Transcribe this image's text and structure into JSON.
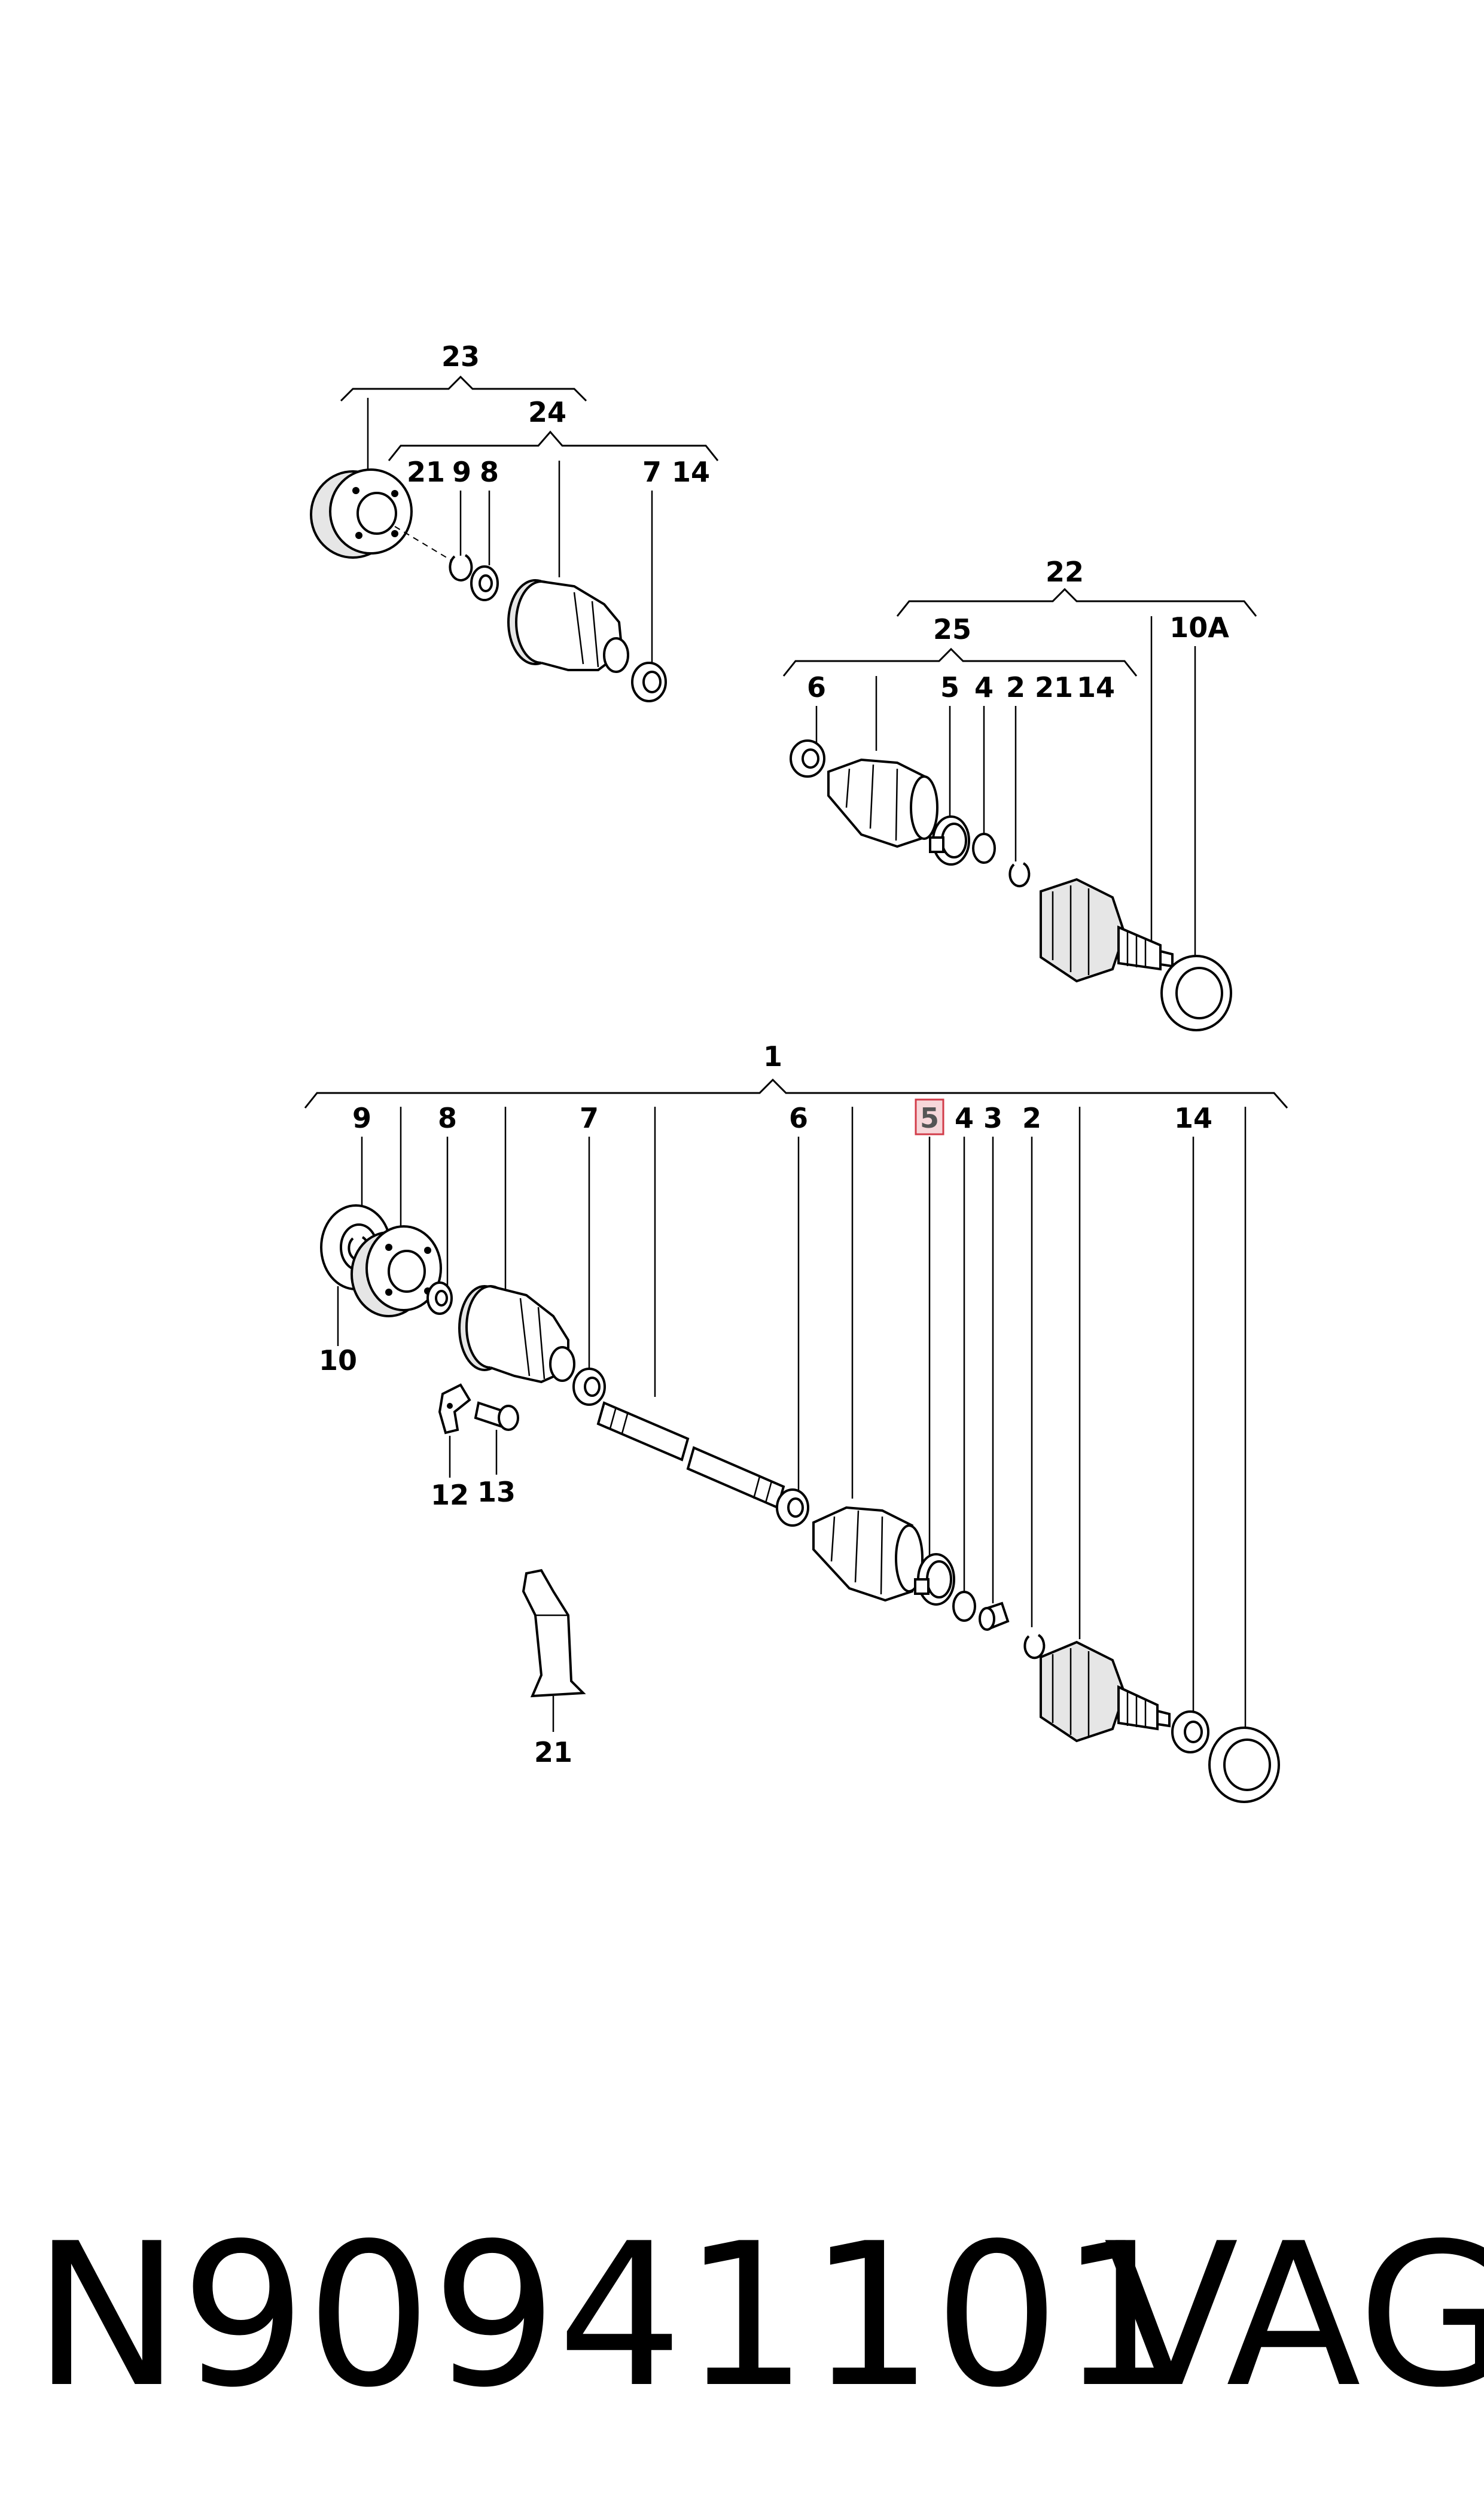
{
  "footer": {
    "part_number": "N90941101",
    "brand": "VAG"
  },
  "groups": {
    "g23": "23",
    "g24": "24",
    "g22": "22",
    "g25": "25",
    "g1": "1"
  },
  "callouts": {
    "top_left": [
      "21",
      "9",
      "8",
      "7",
      "14"
    ],
    "top_right": [
      "6",
      "5",
      "4",
      "2",
      "21",
      "14",
      "10A"
    ],
    "main_top": [
      "9",
      "8",
      "7",
      "6",
      "5",
      "4",
      "3",
      "2",
      "14"
    ],
    "main_bottom": [
      "10",
      "12",
      "13",
      "21"
    ]
  },
  "highlight": {
    "label": "5",
    "color": "#d23c4a"
  }
}
